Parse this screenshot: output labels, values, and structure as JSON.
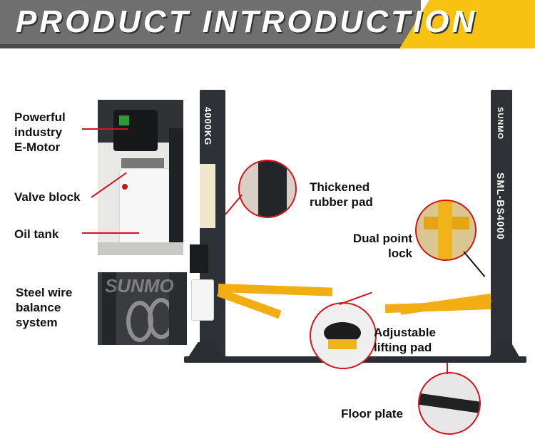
{
  "banner": {
    "title": "PRODUCT INTRODUCTION"
  },
  "labels": {
    "motor": [
      "Powerful",
      "industry",
      "E-Motor"
    ],
    "valve": "Valve block",
    "oil": "Oil tank",
    "steel": [
      "Steel wire",
      "balance",
      "system"
    ],
    "rubber": [
      "Thickened",
      "rubber pad"
    ],
    "lock": [
      "Dual point",
      "lock"
    ],
    "lifting": [
      "Adjustable",
      "lifting pad"
    ],
    "floor": "Floor plate"
  },
  "product": {
    "capacity_marking": "4000KG",
    "model_marking": "SML-BS4000",
    "brand_marking": "SUNMO",
    "watermark": "SUNMO"
  },
  "colors": {
    "banner_grey": "#6f6f6f",
    "accent_yellow": "#f8c213",
    "callout_red": "#d2141c",
    "post_dark": "#2e3237",
    "arm_yellow": "#f2ad13"
  }
}
